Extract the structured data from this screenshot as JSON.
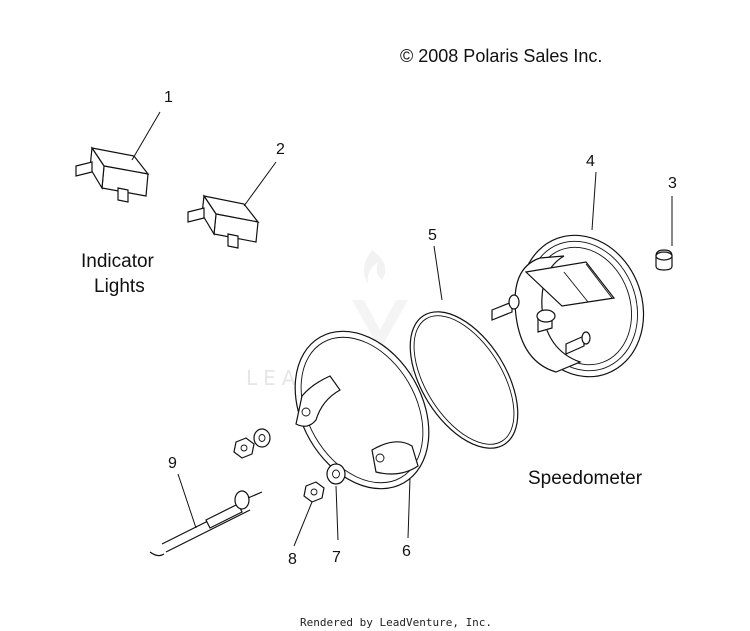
{
  "copyright": "© 2008 Polaris Sales Inc.",
  "watermark": "LEADVENTURE",
  "footer": "Rendered by LeadVenture, Inc.",
  "group_labels": {
    "indicator_line1": "Indicator",
    "indicator_line2": "Lights",
    "speedometer": "Speedometer"
  },
  "callouts": [
    "1",
    "2",
    "3",
    "4",
    "5",
    "6",
    "7",
    "8",
    "9"
  ]
}
